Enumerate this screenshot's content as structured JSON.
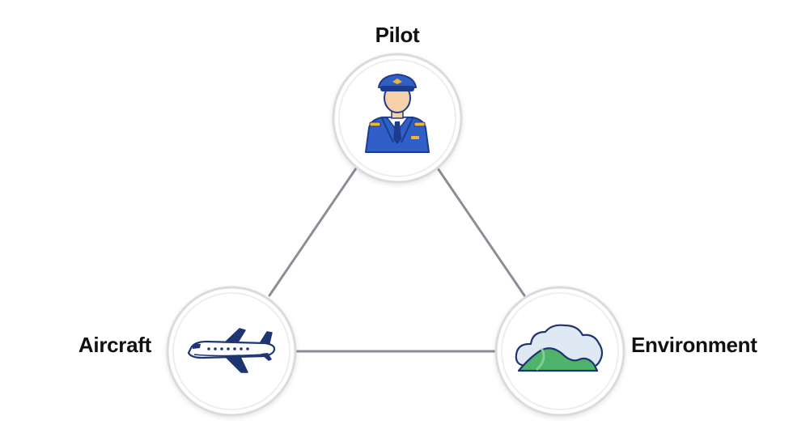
{
  "diagram": {
    "nodes": [
      {
        "id": "pilot",
        "label": "Pilot",
        "icon": "pilot-icon"
      },
      {
        "id": "aircraft",
        "label": "Aircraft",
        "icon": "airplane-icon"
      },
      {
        "id": "environment",
        "label": "Environment",
        "icon": "cloud-mountain-icon"
      }
    ],
    "edges": [
      {
        "from": "pilot",
        "to": "aircraft"
      },
      {
        "from": "pilot",
        "to": "environment"
      },
      {
        "from": "aircraft",
        "to": "environment"
      }
    ],
    "colors": {
      "edge": "#8a8f96",
      "circle_border": "#d9dcdf",
      "circle_fill": "#ffffff",
      "uniform_blue": "#2f5fc7",
      "uniform_dark": "#1e3c8c",
      "skin": "#f7cfa8",
      "gold": "#f2b531",
      "airplane_body": "#ffffff",
      "airplane_accent": "#1f3573",
      "cloud": "#dfe9f4",
      "hill_green": "#4fb36b"
    }
  }
}
